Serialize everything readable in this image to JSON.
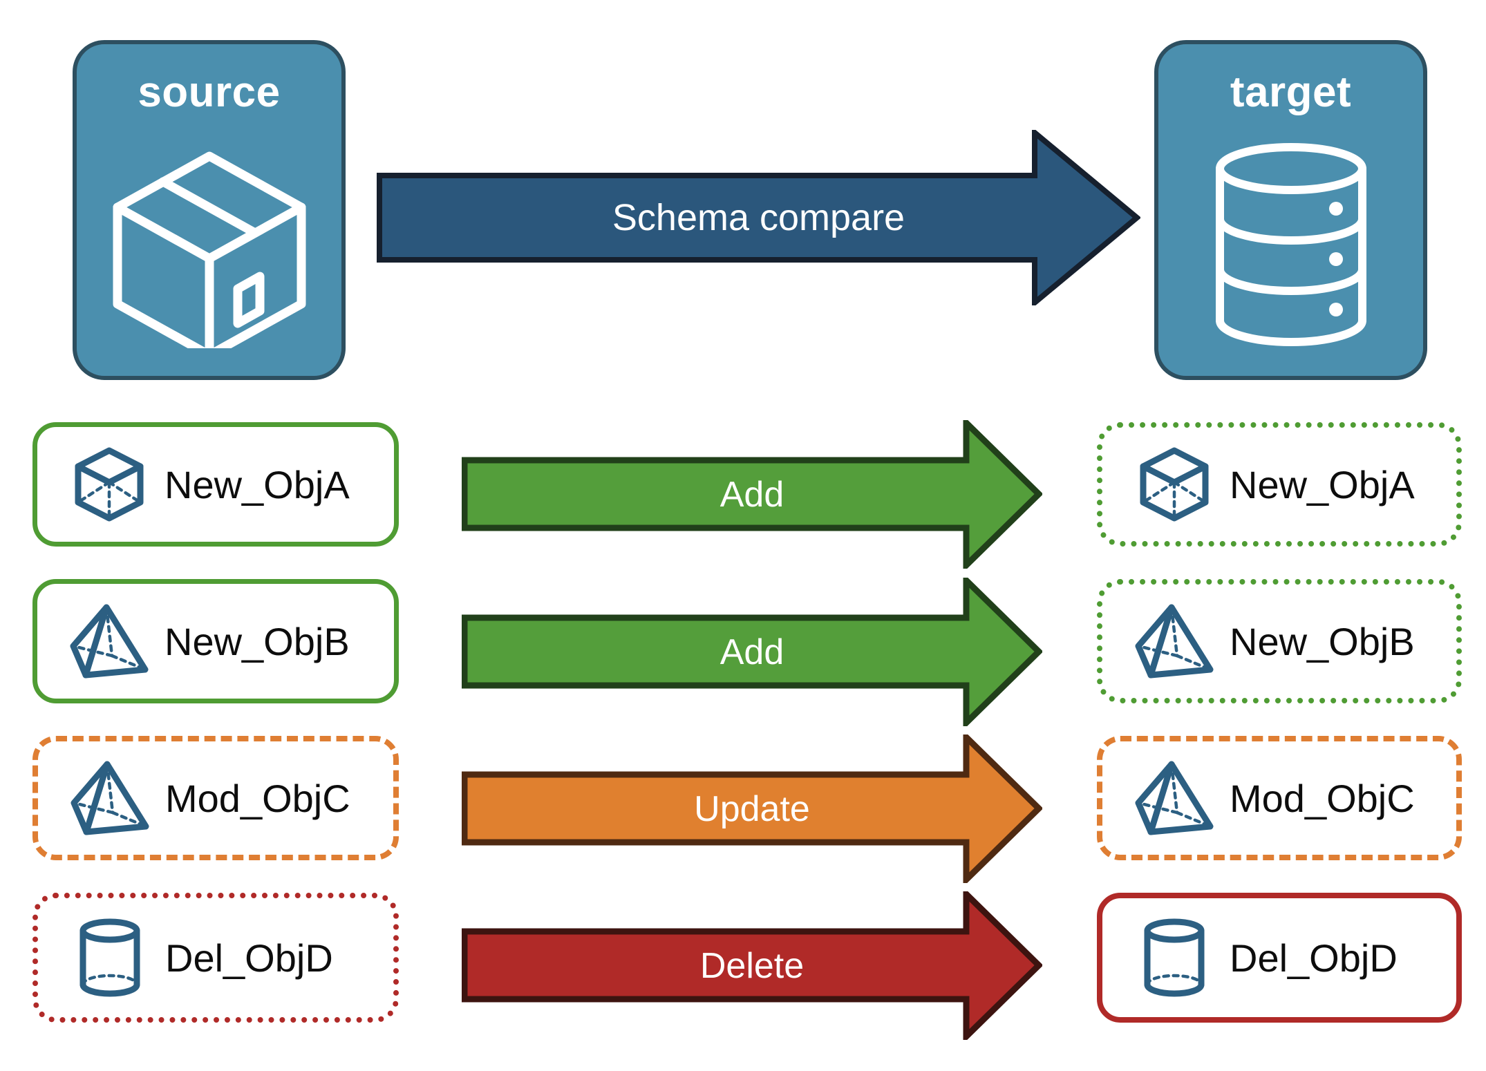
{
  "diagram": {
    "title": "Schema compare between source and target",
    "background": "#ffffff"
  },
  "endpoints": [
    {
      "name": "source",
      "label": "source",
      "icon": "package-box-icon",
      "fill": "#4b8fae",
      "stroke": "#2d4f60",
      "text_color": "#ffffff"
    },
    {
      "name": "target",
      "label": "target",
      "icon": "database-cylinder-icon",
      "fill": "#4b8fae",
      "stroke": "#2d4f60",
      "text_color": "#ffffff"
    }
  ],
  "main_arrow": {
    "label": "Schema compare",
    "fill": "#2b577c",
    "stroke": "#16202e",
    "text_color": "#ffffff"
  },
  "rows": [
    {
      "action": "Add",
      "arrow_fill": "#549e3b",
      "arrow_stroke": "#21401a",
      "arrow_text_color": "#ffffff",
      "source": {
        "label": "New_ObjA",
        "icon": "wireframe-cube-icon",
        "border_color": "#4f9c33",
        "border_style": "solid"
      },
      "target": {
        "label": "New_ObjA",
        "icon": "wireframe-cube-icon",
        "border_color": "#4f9c33",
        "border_style": "dotted"
      }
    },
    {
      "action": "Add",
      "arrow_fill": "#549e3b",
      "arrow_stroke": "#21401a",
      "arrow_text_color": "#ffffff",
      "source": {
        "label": "New_ObjB",
        "icon": "wireframe-pyramid-icon",
        "border_color": "#4f9c33",
        "border_style": "solid"
      },
      "target": {
        "label": "New_ObjB",
        "icon": "wireframe-pyramid-icon",
        "border_color": "#4f9c33",
        "border_style": "dotted"
      }
    },
    {
      "action": "Update",
      "arrow_fill": "#e0802f",
      "arrow_stroke": "#4f2a12",
      "arrow_text_color": "#ffffff",
      "source": {
        "label": "Mod_ObjC",
        "icon": "wireframe-pyramid-icon",
        "border_color": "#df7e33",
        "border_style": "dashed"
      },
      "target": {
        "label": "Mod_ObjC",
        "icon": "wireframe-pyramid-icon",
        "border_color": "#df7e33",
        "border_style": "dashed"
      }
    },
    {
      "action": "Delete",
      "arrow_fill": "#b02a28",
      "arrow_stroke": "#3d1410",
      "arrow_text_color": "#ffffff",
      "source": {
        "label": "Del_ObjD",
        "icon": "wireframe-cylinder-icon",
        "border_color": "#b02a28",
        "border_style": "dotted"
      },
      "target": {
        "label": "Del_ObjD",
        "icon": "wireframe-cylinder-icon",
        "border_color": "#b02a28",
        "border_style": "solid"
      }
    }
  ]
}
